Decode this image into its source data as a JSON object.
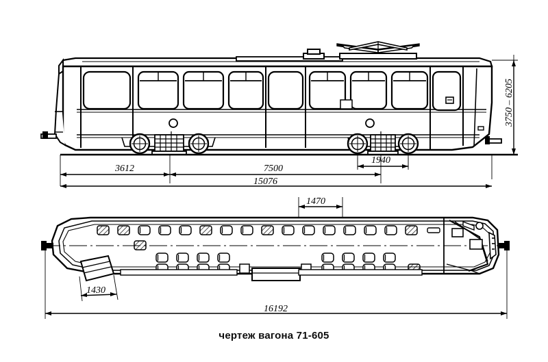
{
  "document": {
    "caption": "чертеж вагона 71-605",
    "kind": "technical-drawing",
    "subject": "tram car 71-605",
    "background_color": "#ffffff",
    "ink_color": "#000000"
  },
  "views": {
    "side_elevation": {
      "name": "side elevation",
      "features": [
        "roof",
        "pantograph",
        "roof-vent",
        "passenger-windows",
        "entry-doors",
        "driver-cab",
        "front-bogie",
        "rear-bogie",
        "coupler",
        "rail-line"
      ]
    },
    "plan_view": {
      "name": "plan view",
      "features": [
        "body-outline",
        "single-seat-row",
        "double-seat-rows",
        "driver-cab",
        "door-openings",
        "centerline",
        "coupler"
      ]
    }
  },
  "dimensions": {
    "side": [
      {
        "id": "front-overhang",
        "label": "3612",
        "unit": "mm"
      },
      {
        "id": "bogie-centres",
        "label": "7500",
        "unit": "mm"
      },
      {
        "id": "bogie-wheelbase",
        "label": "1940",
        "unit": "mm"
      },
      {
        "id": "overall-length-side",
        "label": "15076",
        "unit": "mm"
      },
      {
        "id": "height-range",
        "label": "3750 – 6205",
        "unit": "mm"
      }
    ],
    "plan": [
      {
        "id": "door-width",
        "label": "1470",
        "unit": "mm"
      },
      {
        "id": "front-door-width",
        "label": "1430",
        "unit": "mm"
      },
      {
        "id": "overall-length-plan",
        "label": "16192",
        "unit": "mm"
      }
    ]
  },
  "chart_data": {
    "type": "table",
    "title": "чертеж вагона 71-605",
    "categories": [
      "3612",
      "7500",
      "1940",
      "15076",
      "3750 – 6205",
      "1470",
      "1430",
      "16192"
    ],
    "values": [
      3612,
      7500,
      1940,
      15076,
      6205,
      1470,
      1430,
      16192
    ]
  }
}
